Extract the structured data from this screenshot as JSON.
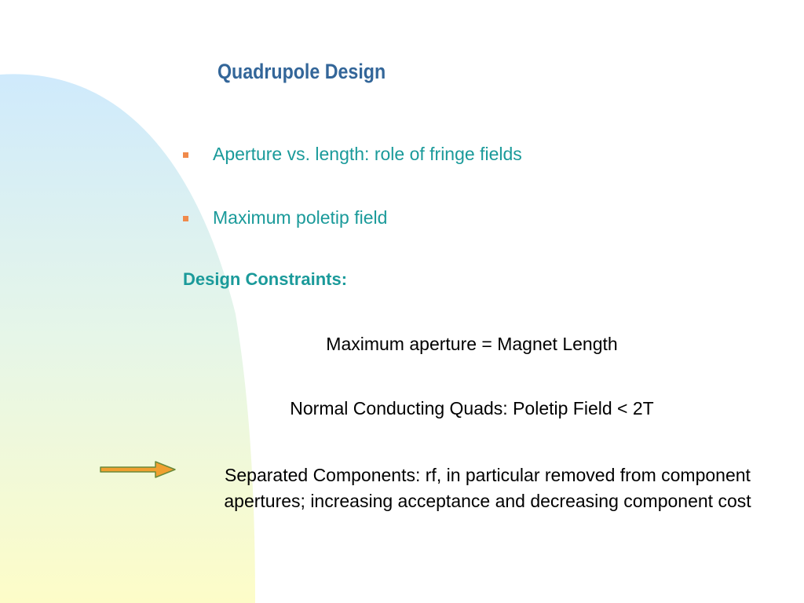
{
  "slide": {
    "title": "Quadrupole Design",
    "bullets": [
      {
        "text": "Aperture vs. length: role of fringe fields"
      },
      {
        "text": "Maximum poletip field"
      }
    ],
    "constraints_heading": "Design Constraints:",
    "constraints": [
      "Maximum aperture = Magnet Length",
      "Normal Conducting Quads: Poletip Field < 2T",
      "Separated Components: rf, in particular removed from component apertures; increasing acceptance and decreasing component cost"
    ]
  },
  "colors": {
    "title": "#336699",
    "bullet_text": "#1a9a9a",
    "bullet_marker": "#f08a4b",
    "body_text": "#000000",
    "arrow_fill": "#f0a030",
    "arrow_stroke": "#6a8a3a",
    "background_gradient_top": "#cfeafc",
    "background_gradient_bottom": "#fdfcc8"
  },
  "icons": {
    "bullet_marker": "square-bullet-icon",
    "pointer_arrow": "right-arrow-icon"
  }
}
